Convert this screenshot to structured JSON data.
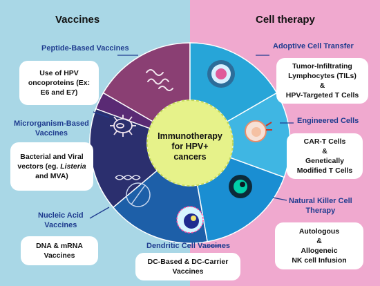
{
  "headings": {
    "vaccines": "Vaccines",
    "cell_therapy": "Cell therapy"
  },
  "center": {
    "line1": "Immunotherapy",
    "line2": "for HPV+",
    "line3": "cancers"
  },
  "vaccines": {
    "peptide": {
      "label": "Peptide-Based Vaccines",
      "box": [
        "Use of HPV",
        "oncoproteins (Ex:",
        "E6 and E7)"
      ]
    },
    "microorganism": {
      "label_line1": "Microrganism-Based",
      "label_line2": "Vaccines",
      "box_line1": "Bacterial and Viral",
      "box_line2_pre": "vectors (eg. ",
      "box_line2_it": "Listeria",
      "box_line3": "and MVA)"
    },
    "nucleic": {
      "label_line1": "Nucleic Acid",
      "label_line2": "Vaccines",
      "box": [
        "DNA & mRNA",
        "Vaccines"
      ]
    },
    "dendritic": {
      "label": "Dendritic Cell  Vaccines",
      "box": [
        "DC-Based & DC-Carrier",
        "Vaccines"
      ]
    }
  },
  "cell_therapy": {
    "adoptive": {
      "label": "Adoptive Cell Transfer",
      "box": [
        "Tumor-Infiltrating",
        "Lymphocytes (TILs)",
        "&",
        "HPV-Targeted T Cells"
      ]
    },
    "engineered": {
      "label": "Engineered Cells",
      "box": [
        "CAR-T Cells",
        "&",
        "Genetically",
        "Modified T Cells"
      ]
    },
    "nk": {
      "label_line1": "Natural Killer Cell",
      "label_line2": "Therapy",
      "box": [
        "Autologous",
        "&",
        "Allogeneic",
        "NK cell Infusion"
      ]
    }
  },
  "colors": {
    "left_bg": "#a9d7e6",
    "right_bg": "#f0a9cf",
    "peptide": "#8a3f73",
    "microorganism": "#5a2a74",
    "nucleic": "#2b2f6e",
    "dendritic": "#1d5fa8",
    "nk": "#1a8ed2",
    "engineered": "#3fb6e3",
    "adoptive": "#27a5d8",
    "center": "#e6f28a",
    "label": "#1f3c8f"
  }
}
